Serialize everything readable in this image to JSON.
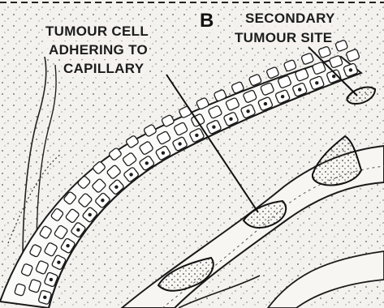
{
  "panel": {
    "letter": "B"
  },
  "labels": {
    "tumour_cell": [
      "TUMOUR CELL",
      "ADHERING TO",
      "CAPILLARY"
    ],
    "secondary_site": [
      "SECONDARY",
      "TUMOUR SITE"
    ]
  },
  "colors": {
    "ink": "#1c1c1c",
    "paper": "#f4f2ee",
    "cell_fill": "#ffffff",
    "tumour_fill": "#5a5a5a"
  }
}
